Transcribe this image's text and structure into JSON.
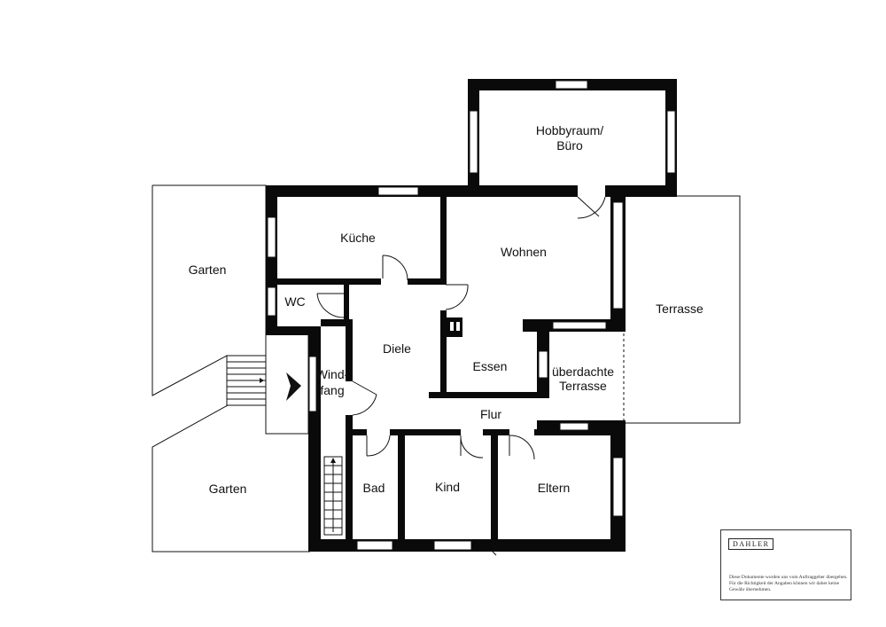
{
  "rooms": {
    "hobbyraum": [
      "Hobbyraum/",
      "Büro"
    ],
    "kueche": "Küche",
    "wohnen": "Wohnen",
    "garten_top": "Garten",
    "wc": "WC",
    "terrasse": "Terrasse",
    "diele": "Diele",
    "windfang": [
      "Wind-",
      "fang"
    ],
    "essen": "Essen",
    "ueberdachte_terrasse": [
      "überdachte",
      "Terrasse"
    ],
    "flur": "Flur",
    "garten_bottom": "Garten",
    "bad": "Bad",
    "kind": "Kind",
    "eltern": "Eltern"
  },
  "brand": {
    "logo": "DAHLER",
    "disclaimer": "Diese Dokumente wurden uns vom Auftraggeber übergeben. Für die Richtigkeit der Angaben können wir daher keine Gewähr übernehmen."
  }
}
